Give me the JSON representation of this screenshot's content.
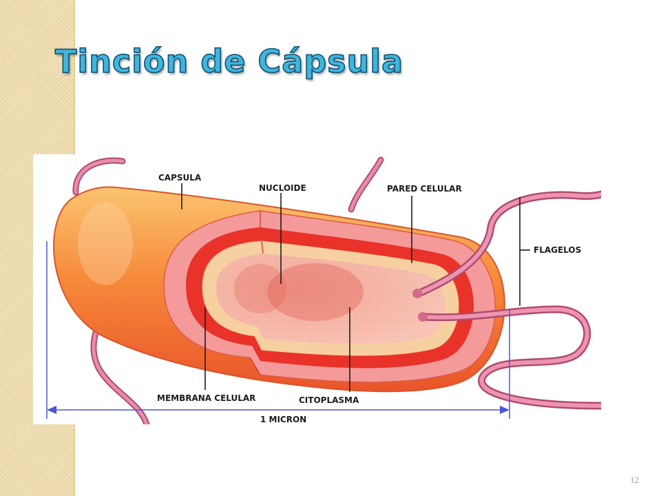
{
  "slide": {
    "title": "Tinción de Cápsula",
    "page_number": "12"
  },
  "diagram": {
    "labels": {
      "capsula": "CAPSULA",
      "nucloide": "NUCLOIDE",
      "pared_celular": "PARED CELULAR",
      "flagelos": "FLAGELOS",
      "membrana_celular": "MEMBRANA CELULAR",
      "citoplasma": "CITOPLASMA",
      "scale": "1 MICRON"
    },
    "colors": {
      "capsule": "#f47a2c",
      "cell_wall": "#e8322a",
      "membrane": "#f7d0a2",
      "cytoplasm": "#f6b8a8",
      "flagella": "#e26a8e",
      "scale_line": "#4a56d6"
    }
  }
}
